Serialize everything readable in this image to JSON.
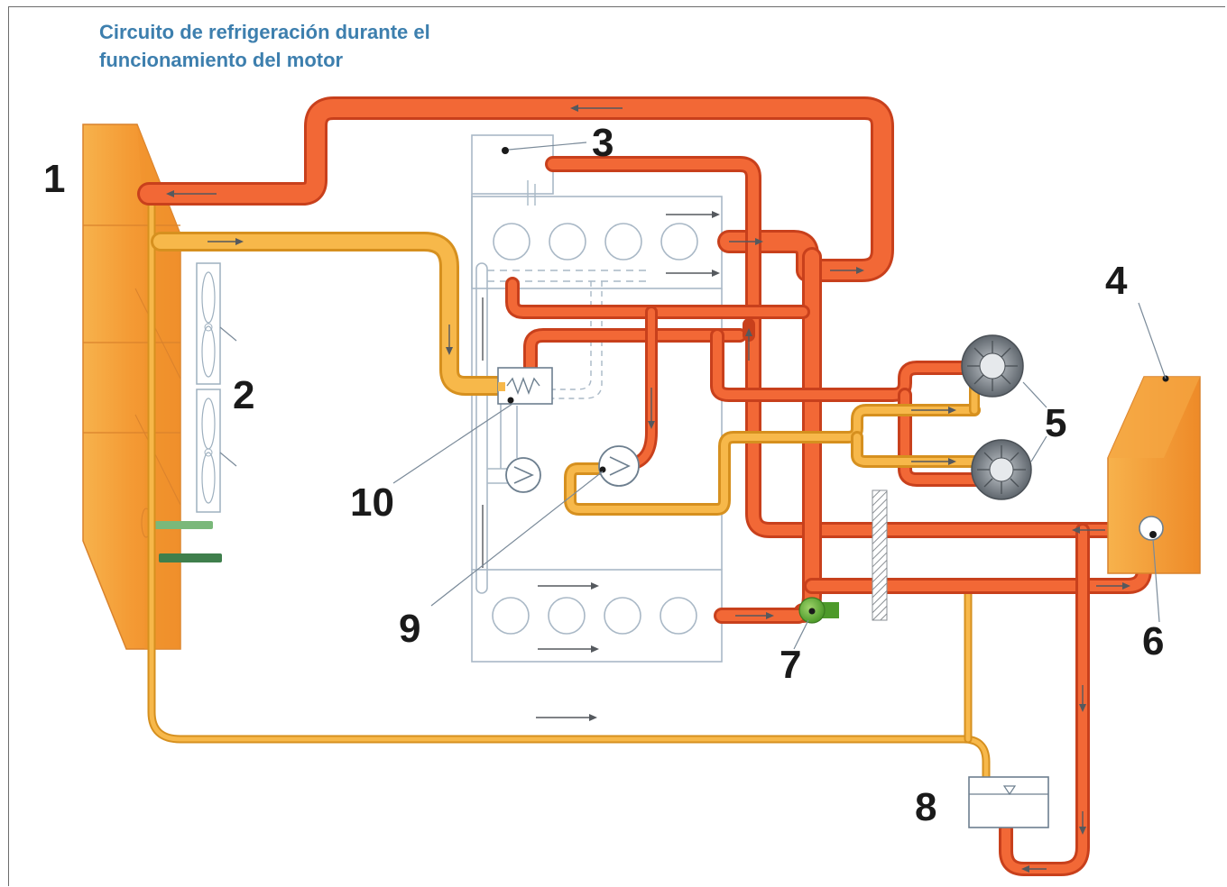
{
  "title": {
    "line1": "Circuito de refrigeración durante el",
    "line2": "funcionamiento del motor"
  },
  "labels": {
    "n1": "1",
    "n2": "2",
    "n3": "3",
    "n4": "4",
    "n5": "5",
    "n6": "6",
    "n7": "7",
    "n8": "8",
    "n9": "9",
    "n10": "10"
  },
  "colors": {
    "hot_coolant": "#f26836",
    "cold_coolant": "#f7b84a",
    "radiator": "#f4a03a",
    "title": "#3d7fae"
  }
}
